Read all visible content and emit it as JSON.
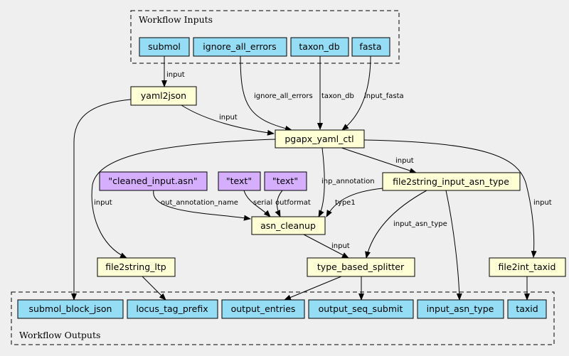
{
  "clusters": {
    "inputs": "Workflow Inputs",
    "outputs": "Workflow Outputs"
  },
  "colors": {
    "io": "#94ddf4",
    "step": "#ffffd6",
    "literal": "#d6aefe",
    "background": "#efefef"
  },
  "nodes": {
    "submol": "submol",
    "ignore_all_errors": "ignore_all_errors",
    "taxon_db": "taxon_db",
    "fasta": "fasta",
    "yaml2json": "yaml2json",
    "pgapx_yaml_ctl": "pgapx_yaml_ctl",
    "cleaned_input": "\"cleaned_input.asn\"",
    "text1": "\"text\"",
    "text2": "\"text\"",
    "file2string_input_asn_type": "file2string_input_asn_type",
    "asn_cleanup": "asn_cleanup",
    "file2string_ltp": "file2string_ltp",
    "type_based_splitter": "type_based_splitter",
    "file2int_taxid": "file2int_taxid",
    "submol_block_json": "submol_block_json",
    "locus_tag_prefix": "locus_tag_prefix",
    "output_entries": "output_entries",
    "output_seq_submit": "output_seq_submit",
    "input_asn_type": "input_asn_type",
    "taxid": "taxid"
  },
  "edge_labels": {
    "submol_yaml": "input",
    "ignore_pgapx": "ignore_all_errors",
    "taxon_pgapx": "taxon_db",
    "fasta_pgapx": "input_fasta",
    "yaml_pgapx": "input",
    "pgapx_f2s": "input",
    "pgapx_asn": "inp_annotation",
    "pgapx_ltp": "input",
    "pgapx_taxid": "input",
    "cleaned_asn": "out_annotation_name",
    "text1_asn": "serial",
    "text2_asn": "outformat",
    "f2s_asn": "type1",
    "f2s_tbs": "input_asn_type",
    "asn_tbs": "input"
  }
}
